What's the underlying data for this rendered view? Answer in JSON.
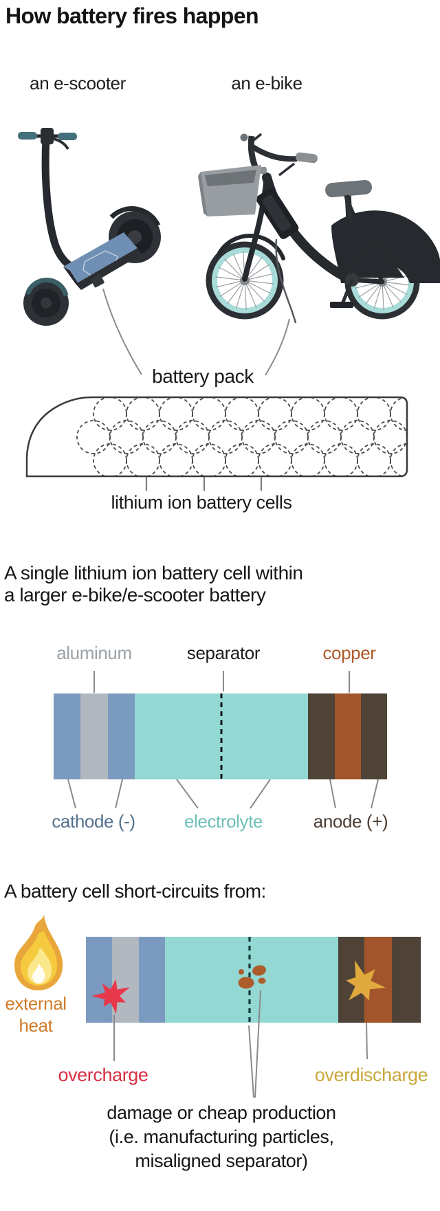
{
  "title": "How battery fires happen",
  "vehicles": {
    "scooter_label": "an e-scooter",
    "bike_label": "an e-bike"
  },
  "battery_pack": {
    "label": "battery pack",
    "cells_label": "lithium ion battery cells"
  },
  "single_cell": {
    "heading_line1": "A single lithium ion battery cell within",
    "heading_line2": "a larger e-bike/e-scooter battery",
    "aluminum": "aluminum",
    "separator": "separator",
    "copper": "copper",
    "cathode": "cathode (-)",
    "electrolyte": "electrolyte",
    "anode": "anode (+)"
  },
  "short_circuit": {
    "heading": "A battery cell short-circuits from:",
    "external_heat_line1": "external",
    "external_heat_line2": "heat",
    "overcharge": "overcharge",
    "overdischarge": "overdischarge",
    "damage_line1": "damage or cheap production",
    "damage_line2": "(i.e. manufacturing particles,",
    "damage_line3": "misaligned separator)"
  },
  "icons": {
    "flame": "flame-icon",
    "overcharge_burst": "red-burst-icon",
    "overdischarge_burst": "yellow-burst-icon",
    "contaminants": "particle-cluster-icon"
  },
  "colors": {
    "band_blue": "#7b9abf",
    "band_gray": "#b2b8c0",
    "band_teal": "#93d8d2",
    "band_brown": "#4f4237",
    "band_copper": "#a2552b",
    "label_aluminum": "#9ba1a8",
    "label_copper": "#b0592b",
    "label_cathode": "#53718e",
    "label_electrolyte": "#6fbfb8",
    "label_anode": "#4c3e35",
    "heat_orange": "#cf7c2a",
    "overcharge_red": "#d92f44",
    "overdischarge_gold": "#c9a83c",
    "star_red": "#e8394a",
    "star_yellow": "#e0a93e",
    "particle_brown": "#ad5c2c",
    "flame_outer": "#e9a63b",
    "flame_mid": "#f6ca3e",
    "flame_inner": "#fbe88c",
    "flame_core": "#fffdf4",
    "leader_gray": "#8a8a8a",
    "separator_dash": "#14363c"
  }
}
